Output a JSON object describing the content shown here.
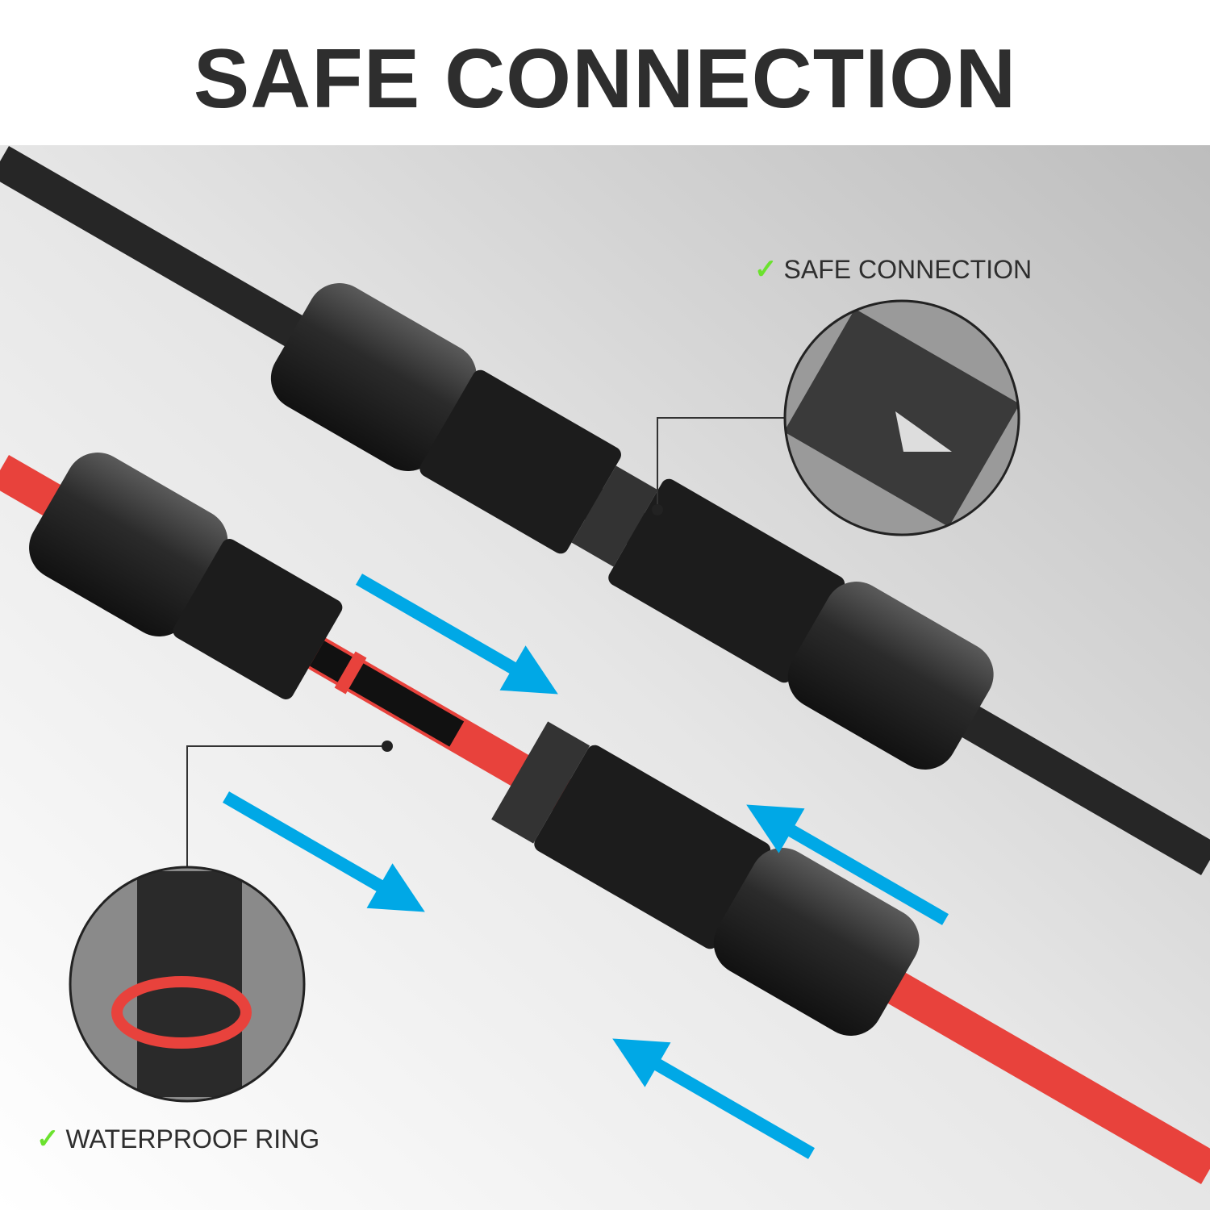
{
  "title": "SAFE CONNECTION",
  "callouts": [
    {
      "label": "SAFE CONNECTION",
      "icon": "check-icon"
    },
    {
      "label": "WATERPROOF RING",
      "icon": "check-icon"
    }
  ],
  "colors": {
    "check": "#6be22e",
    "arrow": "#00a8e6",
    "cable_red": "#e8423c",
    "cable_black": "#2a2a2a",
    "text": "#2e2e2e"
  }
}
